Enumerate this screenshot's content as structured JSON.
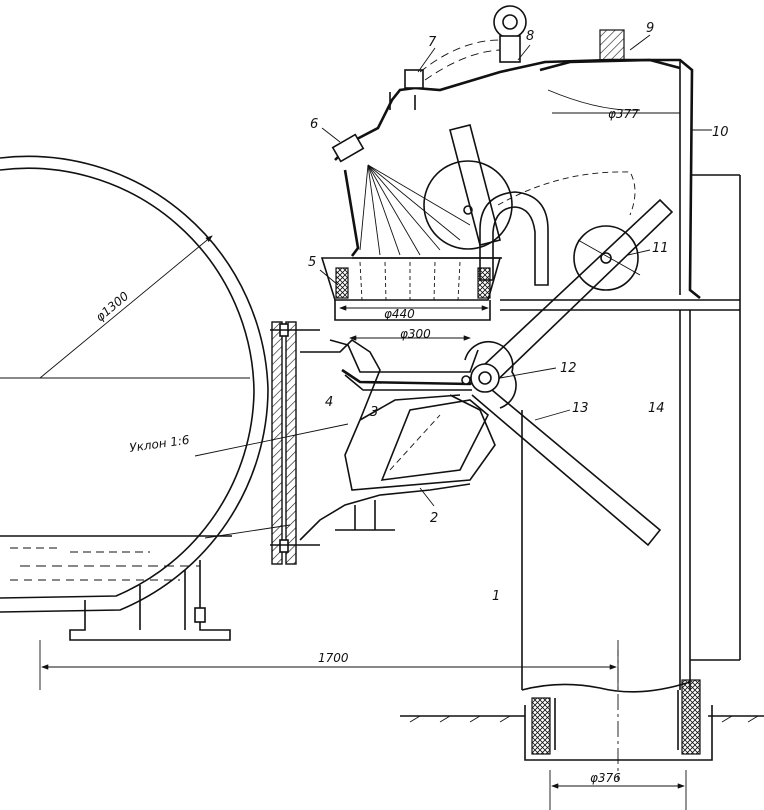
{
  "diagram": {
    "labels": {
      "n1": "1",
      "n2": "2",
      "n3": "3",
      "n4": "4",
      "n5": "5",
      "n6": "6",
      "n7": "7",
      "n8": "8",
      "n9": "9",
      "n10": "10",
      "n11": "11",
      "n12": "12",
      "n13": "13",
      "n14": "14"
    },
    "dimensions": {
      "d1300": "φ1300",
      "d440": "φ440",
      "d300": "φ300",
      "d377": "φ377",
      "d376": "φ376",
      "len1700": "1700"
    },
    "slope": "Уклон 1:6"
  }
}
